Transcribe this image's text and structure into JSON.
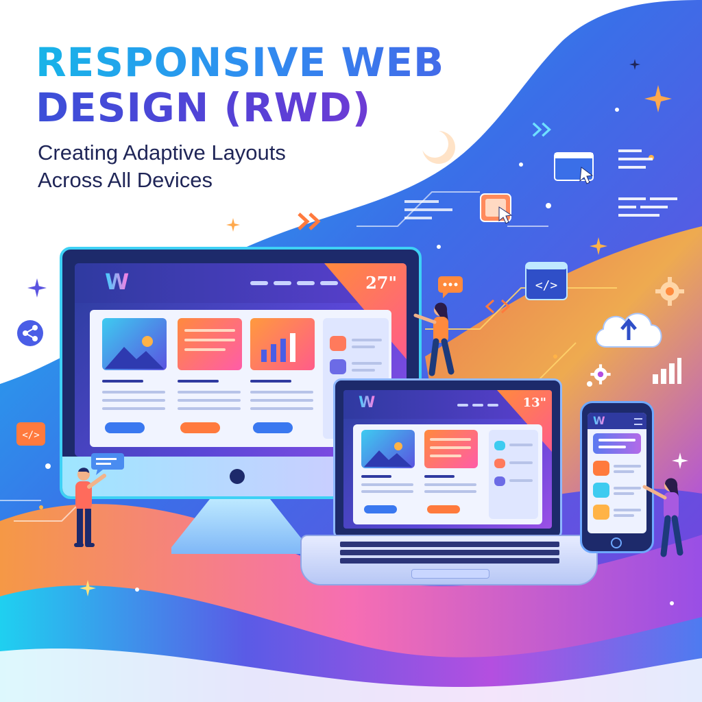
{
  "title": {
    "line1": "RESPONSIVE WEB",
    "line2": "DESIGN (RWD)"
  },
  "subtitle": {
    "line1": "Creating Adaptive Layouts",
    "line2": "Across All Devices"
  },
  "devices": {
    "monitor": {
      "size_label": "27\"",
      "logo": "W"
    },
    "laptop": {
      "size_label": "13\"",
      "logo": "W"
    },
    "phone": {
      "logo": "W"
    }
  },
  "icons": [
    "share-icon",
    "code-icon",
    "cursor-window-icon",
    "click-icon",
    "cloud-upload-icon",
    "gear-icon",
    "chat-bubble-icon",
    "chevrons-icon",
    "sparkle-icon",
    "bar-chart-icon"
  ],
  "colors": {
    "cyan": "#18b4e8",
    "blue": "#3b4fd8",
    "purple": "#8a35d2",
    "orange": "#ff8a3d",
    "navy": "#1f2557"
  }
}
